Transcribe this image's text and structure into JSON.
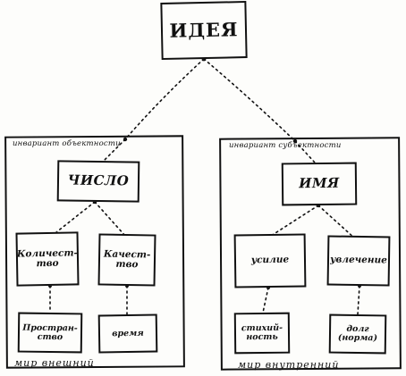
{
  "diagram": {
    "root": {
      "label": "ИДЕЯ"
    },
    "left_branch": {
      "frame_caption": "инвариант объектности",
      "world_caption": "мир внешний",
      "main": "ЧИСЛО",
      "child_a": "Количест-\nтво",
      "child_b": "Качест-\nтво",
      "leaf_a": "Простран-\nство",
      "leaf_b": "время"
    },
    "right_branch": {
      "frame_caption": "инвариант субъектности",
      "world_caption": "мир внутренний",
      "main": "ИМЯ",
      "child_a": "усилие",
      "child_b": "увлечение",
      "leaf_a": "стихий-\nность",
      "leaf_b": "долг\n(норма)"
    }
  }
}
